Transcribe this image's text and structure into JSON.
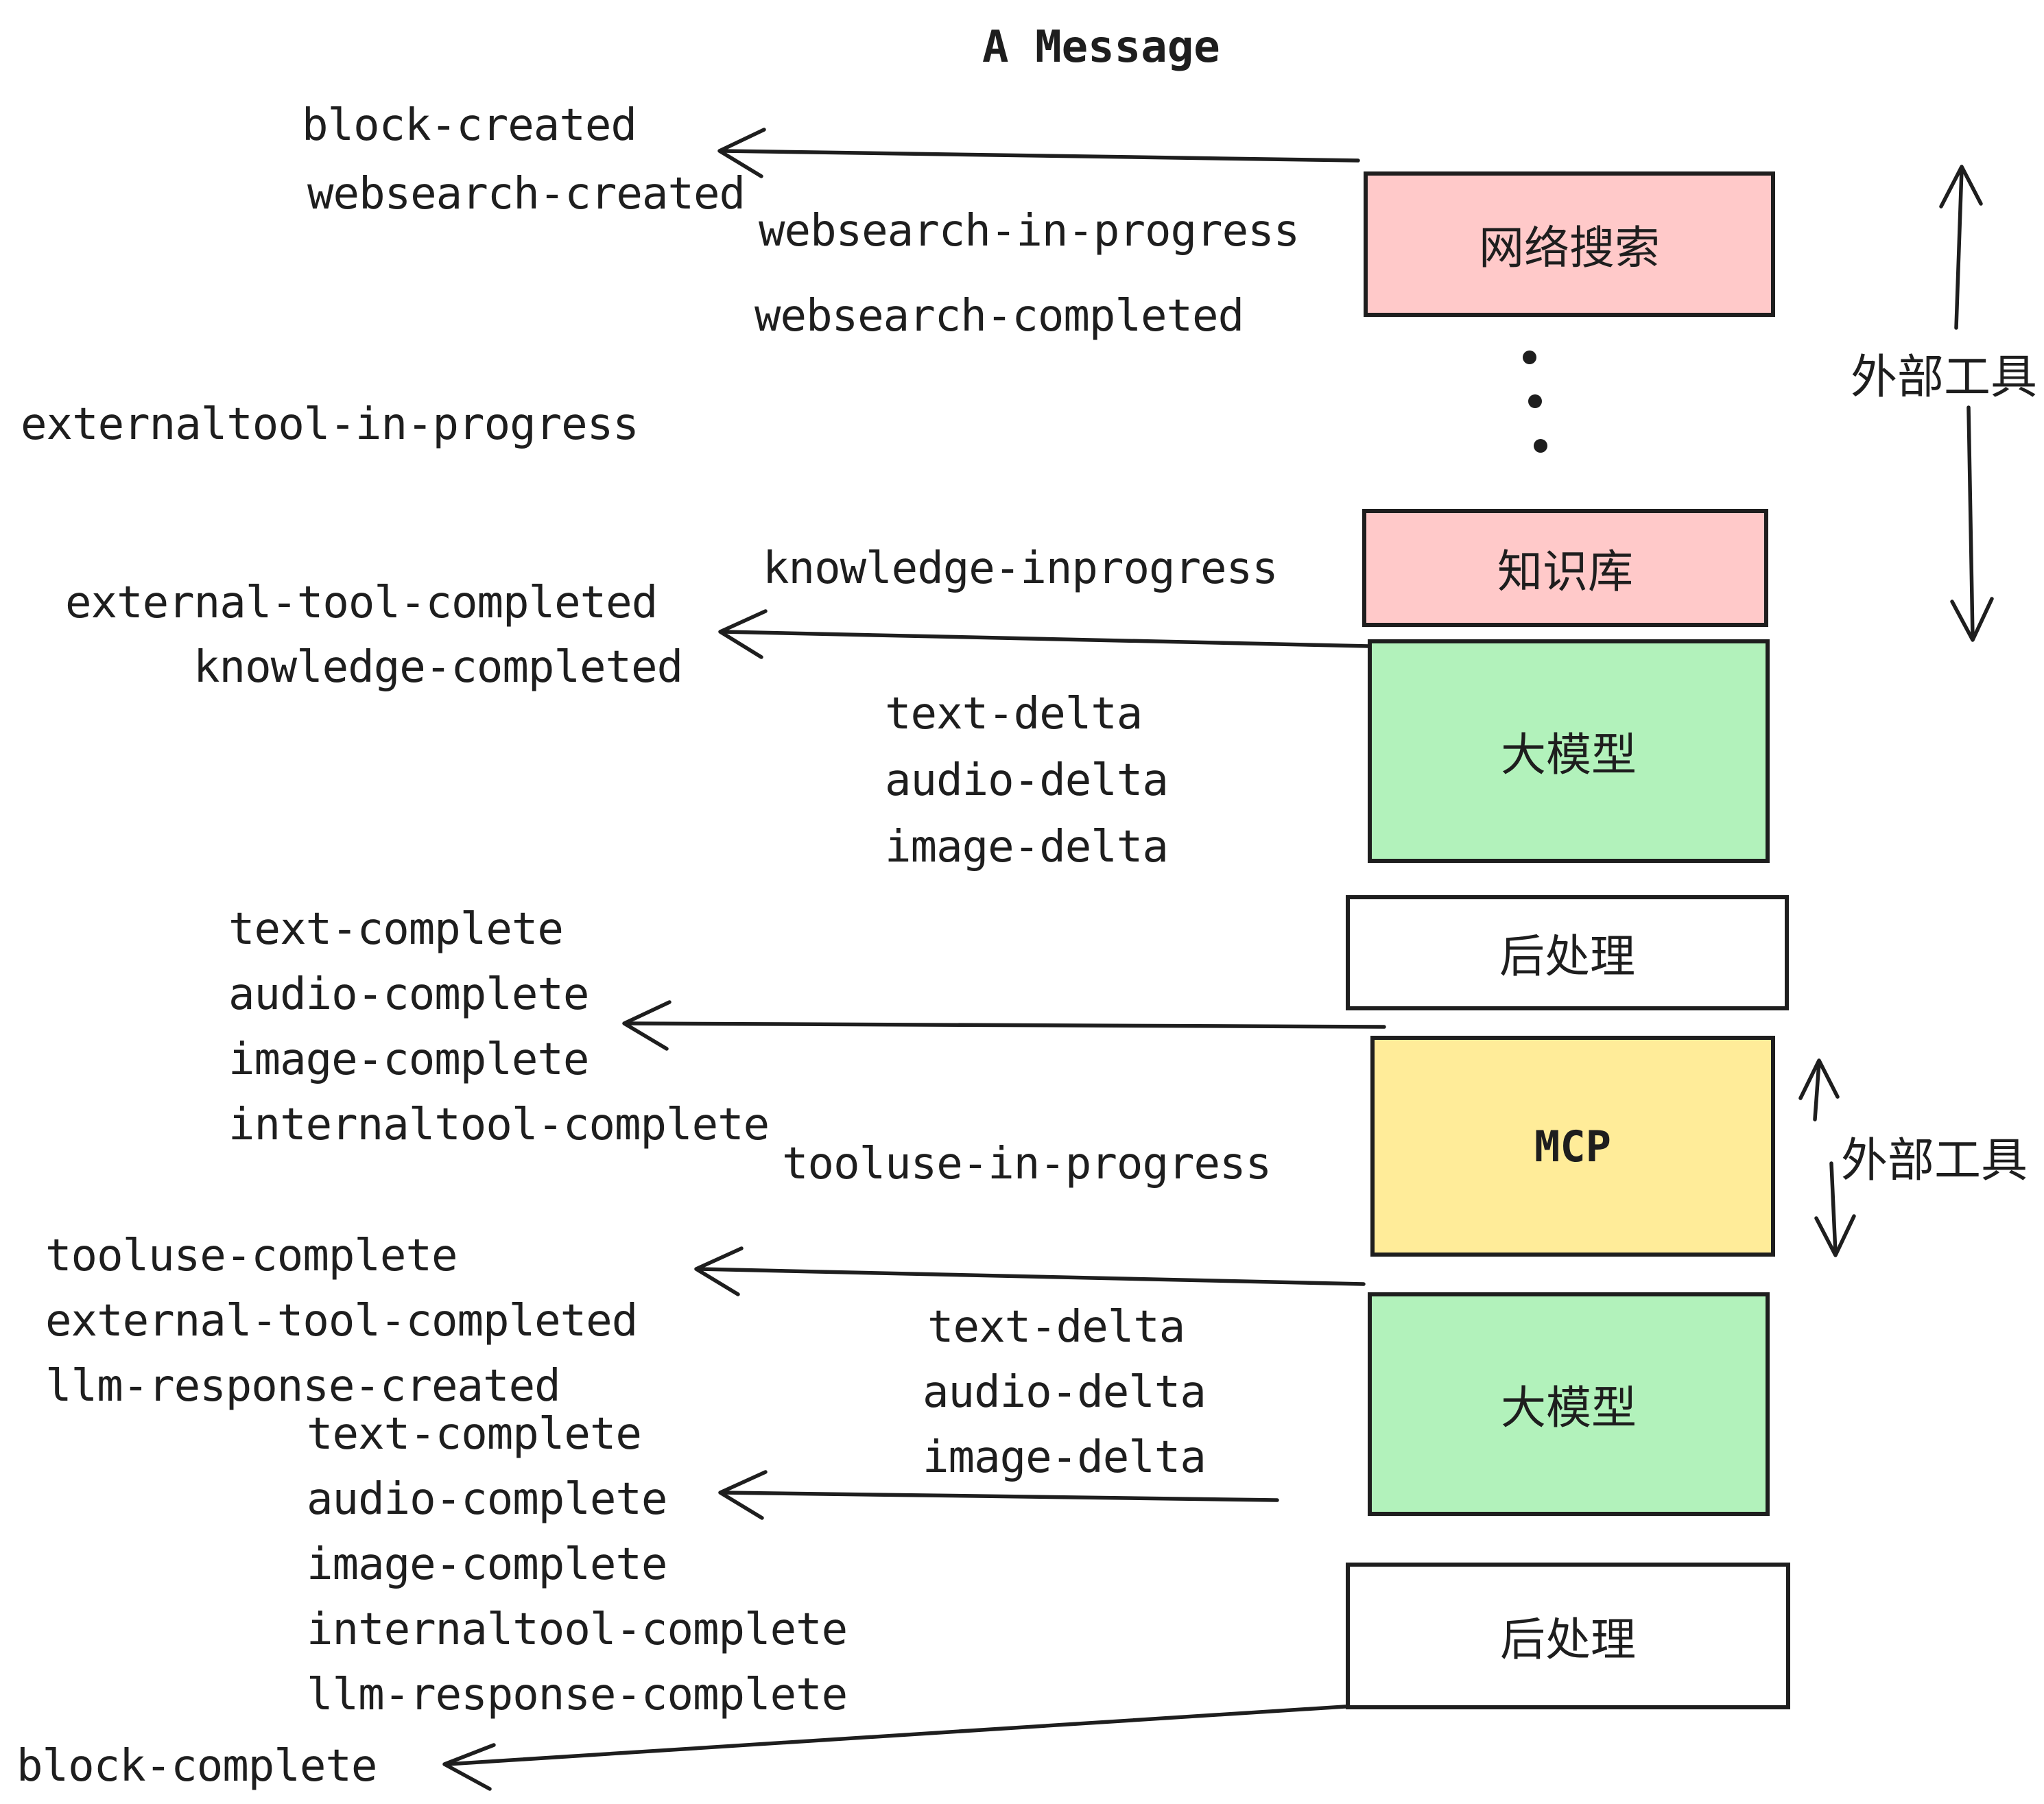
{
  "title": "A Message",
  "events": {
    "block_created": "block-created",
    "websearch_created": "websearch-created",
    "websearch_in_progress": "websearch-in-progress",
    "websearch_completed": "websearch-completed",
    "externaltool_in_progress": "externaltool-in-progress",
    "knowledge_inprogress": "knowledge-inprogress",
    "external_tool_completed": "external-tool-completed",
    "knowledge_completed": "knowledge-completed",
    "text_delta": "text-delta",
    "audio_delta": "audio-delta",
    "image_delta": "image-delta",
    "text_complete": "text-complete",
    "audio_complete": "audio-complete",
    "image_complete": "image-complete",
    "internaltool_complete": "internaltool-complete",
    "tooluse_in_progress": "tooluse-in-progress",
    "tooluse_complete": "tooluse-complete",
    "llm_response_created": "llm-response-created",
    "llm_response_complete": "llm-response-complete",
    "block_complete": "block-complete"
  },
  "boxes": {
    "websearch": "网络搜索",
    "knowledge": "知识库",
    "llm": "大模型",
    "postprocess": "后处理",
    "mcp": "MCP",
    "llm2": "大模型",
    "postprocess2": "后处理"
  },
  "annotations": {
    "external_tools_top": "外部工具",
    "external_tools_mcp": "外部工具"
  },
  "colors": {
    "ink": "#1e1e1e",
    "pink": "#ffc9c9",
    "green": "#b2f2bb",
    "yellow": "#ffec99",
    "white": "#ffffff"
  }
}
